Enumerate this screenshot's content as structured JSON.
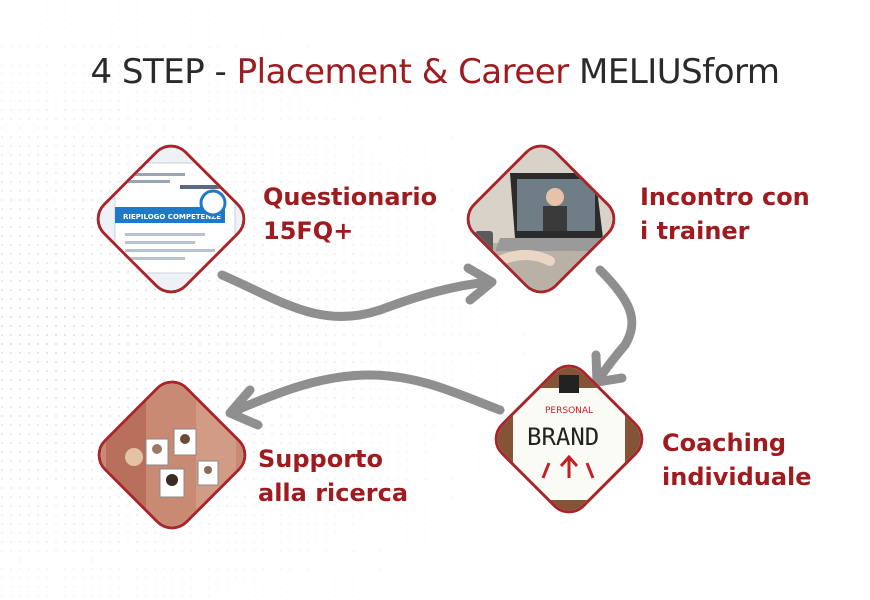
{
  "title": {
    "prefix": "4 STEP - ",
    "highlight": "Placement & Career",
    "suffix": " MELIUSform"
  },
  "steps": [
    {
      "line1": "Questionario",
      "line2": "15FQ+",
      "image": "competency-report-document",
      "image_text": "RIEPILOGO COMPETENZE"
    },
    {
      "line1": "Incontro con",
      "line2": "i trainer",
      "image": "laptop-video-call"
    },
    {
      "line1": "Coaching",
      "line2": "individuale",
      "image": "personal-brand-note",
      "image_text_top": "PERSONAL",
      "image_text_main": "BRAND"
    },
    {
      "line1": "Supporto",
      "line2": "alla ricerca",
      "image": "candidate-profiles-collage"
    }
  ],
  "colors": {
    "accent": "#9e1b20",
    "border": "#a8262b",
    "text": "#2a2a2a",
    "arrow": "#8f8f8f"
  }
}
